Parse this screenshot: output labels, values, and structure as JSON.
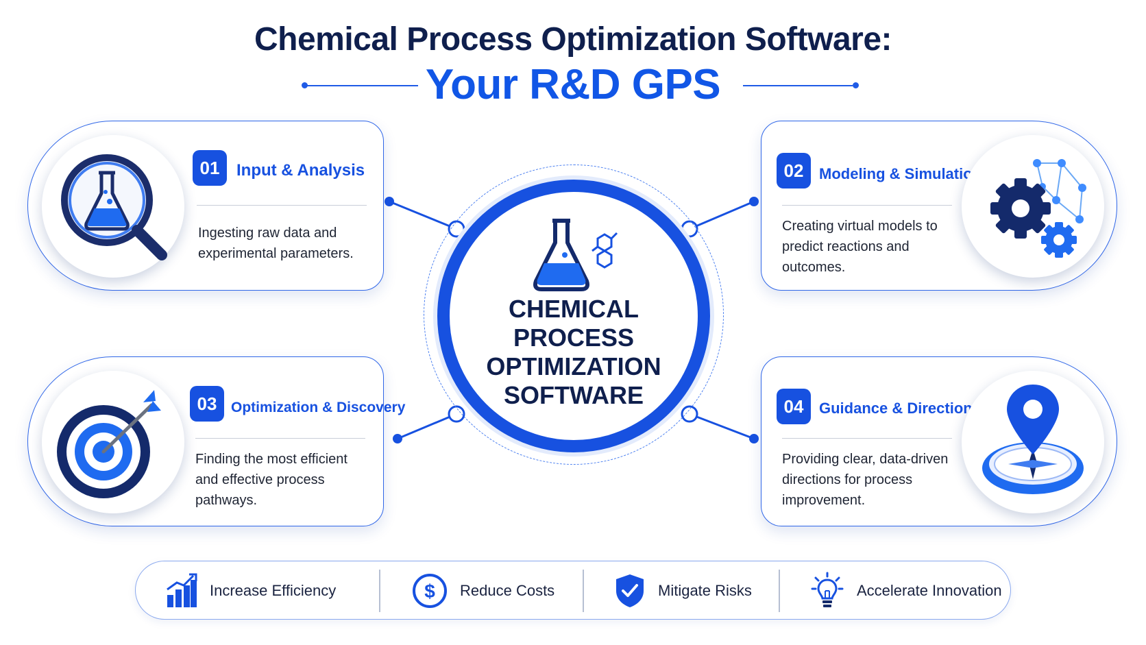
{
  "title": {
    "line1": "Chemical Process Optimization Software:",
    "line2": "Your R&D GPS"
  },
  "center": {
    "lines": [
      "CHEMICAL",
      "PROCESS",
      "OPTIMIZATION",
      "SOFTWARE"
    ],
    "icons": [
      "flask-icon",
      "molecule-icon"
    ]
  },
  "steps": [
    {
      "number": "01",
      "title": "Input & Analysis",
      "description": "Ingesting raw data and experimental parameters.",
      "icon": "magnifier-flask-icon"
    },
    {
      "number": "02",
      "title": "Modeling & Simulation",
      "description": "Creating virtual models to predict reactions and outcomes.",
      "icon": "gears-network-icon"
    },
    {
      "number": "03",
      "title": "Optimization & Discovery",
      "description": "Finding the most efficient and effective process pathways.",
      "icon": "target-arrow-icon"
    },
    {
      "number": "04",
      "title": "Guidance & Direction",
      "description": "Providing clear, data-driven directions for process improvement.",
      "icon": "map-pin-compass-icon"
    }
  ],
  "benefits": [
    {
      "label": "Increase Efficiency",
      "icon": "growth-chart-icon"
    },
    {
      "label": "Reduce Costs",
      "icon": "dollar-coin-icon"
    },
    {
      "label": "Mitigate Risks",
      "icon": "shield-check-icon"
    },
    {
      "label": "Accelerate Innovation",
      "icon": "lightbulb-icon"
    }
  ],
  "colors": {
    "primary": "#1751e0",
    "navy": "#0f1f4d",
    "accent_light": "#3f8cff"
  }
}
